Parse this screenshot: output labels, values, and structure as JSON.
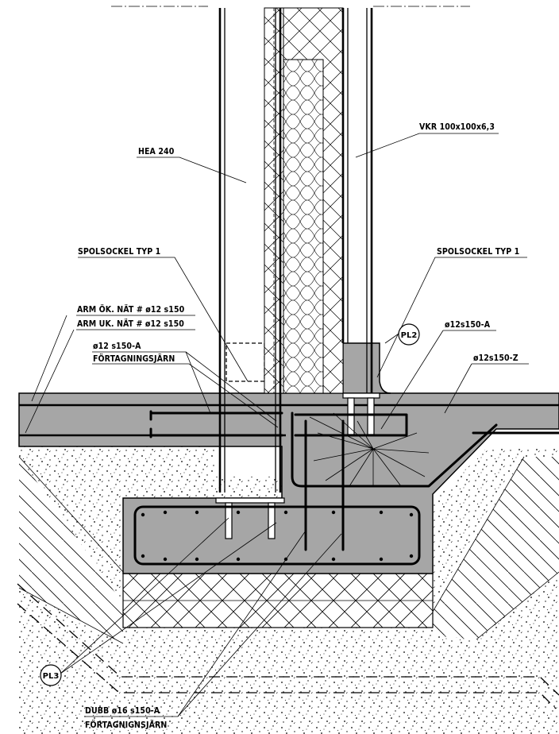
{
  "labels": {
    "hea": "HEA 240",
    "vkr": "VKR 100x100x6,3",
    "spol_left": "SPOLSOCKEL TYP 1",
    "spol_right": "SPOLSOCKEL TYP 1",
    "arm_ok": "ARM ÖK. NÄT # ø12 s150",
    "arm_uk": "ARM UK. NÄT # ø12 s150",
    "bar_a_left": "ø12 s150-A",
    "fortagning": "FÖRTAGNINGSJÄRN",
    "bar_a_right": "ø12s150-A",
    "bar_z": "ø12s150-Z",
    "dubb": "DUBB ø16 s150-A",
    "fortagnigns": "FÖRTAGNIGNSJÄRN"
  },
  "tags": {
    "pl2": "PL2",
    "pl3": "PL3"
  }
}
